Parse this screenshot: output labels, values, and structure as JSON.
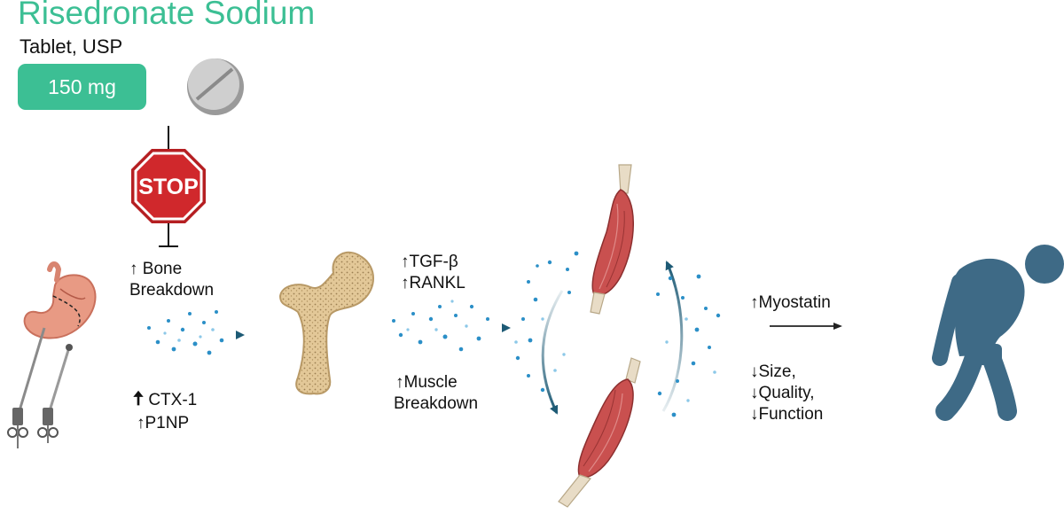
{
  "drug": {
    "name": "Risedronate Sodium",
    "form": "Tablet, USP",
    "dose": "150 mg"
  },
  "stop_sign": {
    "text": "STOP"
  },
  "bone_breakdown": {
    "line1": "↑ Bone",
    "line2": "Breakdown"
  },
  "bone_markers": {
    "ctx": "CTX-1",
    "ctx_arrow": "🠅",
    "p1np": "↑P1NP"
  },
  "signals": {
    "tgf": "↑TGF-β",
    "rankl": "↑RANKL"
  },
  "muscle_breakdown": {
    "line1": "↑Muscle",
    "line2": "Breakdown"
  },
  "myostatin": {
    "label": "↑Myostatin"
  },
  "outcomes": {
    "size": "↓Size,",
    "quality": "↓Quality,",
    "function": "↓Function"
  },
  "icons": [
    "pill-icon",
    "stop-sign-icon",
    "stomach-icon",
    "femur-bone-icon",
    "muscle-icon",
    "frail-person-icon"
  ],
  "colors": {
    "brand_green": "#3cbf94",
    "arrow_navy": "#1d5a75",
    "dot_blue": "#2b8fc7",
    "stop_red": "#d0282c",
    "muscle_red": "#c9504f",
    "bone_tan": "#e6cc9c",
    "person_slate": "#3e6a86"
  }
}
